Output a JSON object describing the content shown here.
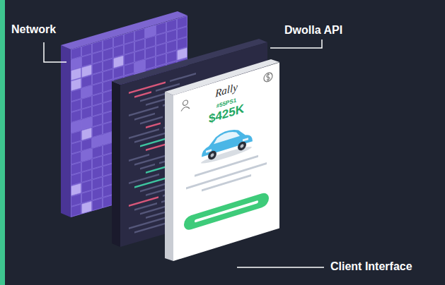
{
  "diagram": {
    "labels": [
      "Network",
      "Dwolla API",
      "Client Interface",
      "Rally",
      "#55PS1",
      "$425K"
    ]
  }
}
